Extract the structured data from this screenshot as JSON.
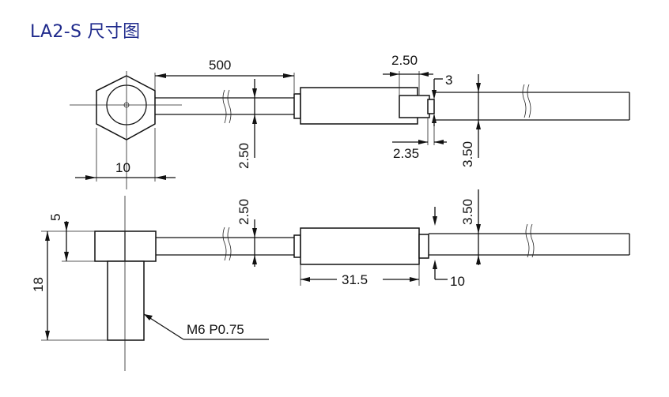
{
  "title": "LA2-S 尺寸图",
  "dimensions": {
    "cable_length": "500",
    "hex_width": "10",
    "cable_dia_top": "2.50",
    "cable_dia_top_right": "2.50",
    "lens_dia": "2.35",
    "lens_len": "3",
    "out_cable_dia_top": "3.50",
    "out_cable_dia_bottom": "3.50",
    "cable_dia_bottom": "2.50",
    "body_length": "31.5",
    "tail_length": "10",
    "hex_height": "5",
    "total_height": "18",
    "thread": "M6 P0.75"
  }
}
